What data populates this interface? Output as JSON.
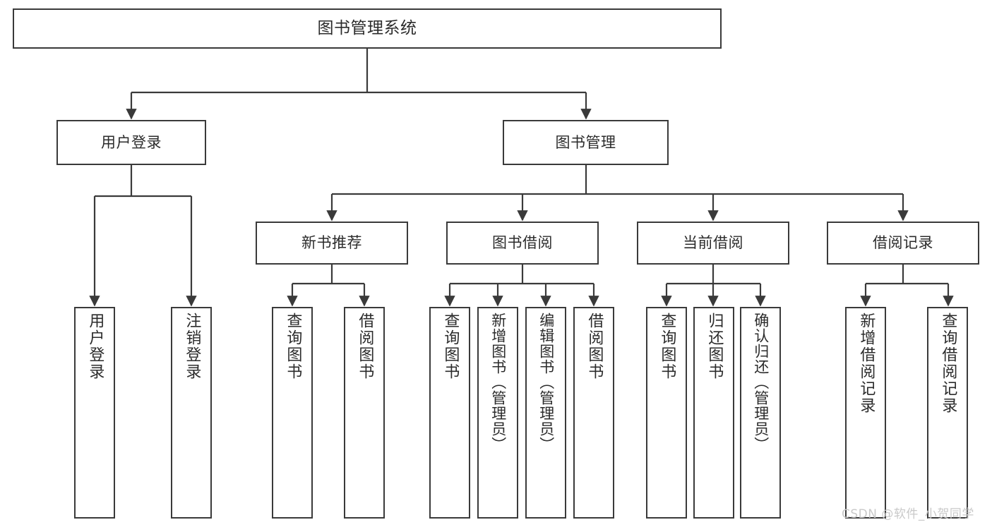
{
  "diagram": {
    "title": "图书管理系统",
    "type": "tree-hierarchy",
    "watermark": "CSDN @软件_小贺同学",
    "colors": {
      "stroke": "#3a3a3a",
      "fill": "#ffffff",
      "text": "#2b2b2b",
      "watermark": "#c9c9c9"
    },
    "root": {
      "label": "图书管理系统"
    },
    "level1": [
      {
        "label": "用户登录"
      },
      {
        "label": "图书管理"
      }
    ],
    "level2": [
      {
        "label": "新书推荐"
      },
      {
        "label": "图书借阅"
      },
      {
        "label": "当前借阅"
      },
      {
        "label": "借阅记录"
      }
    ],
    "leaves": {
      "user_login": [
        {
          "label": "用户登录"
        },
        {
          "label": "注销登录"
        }
      ],
      "new_book_recommend": [
        {
          "label": "查询图书"
        },
        {
          "label": "借阅图书"
        }
      ],
      "book_borrow": [
        {
          "label": "查询图书"
        },
        {
          "label": "新增图书（管理员）"
        },
        {
          "label": "编辑图书（管理员）"
        },
        {
          "label": "借阅图书"
        }
      ],
      "current_borrow": [
        {
          "label": "查询图书"
        },
        {
          "label": "归还图书"
        },
        {
          "label": "确认归还（管理员）"
        }
      ],
      "borrow_record": [
        {
          "label": "新增借阅记录"
        },
        {
          "label": "查询借阅记录"
        }
      ]
    }
  }
}
